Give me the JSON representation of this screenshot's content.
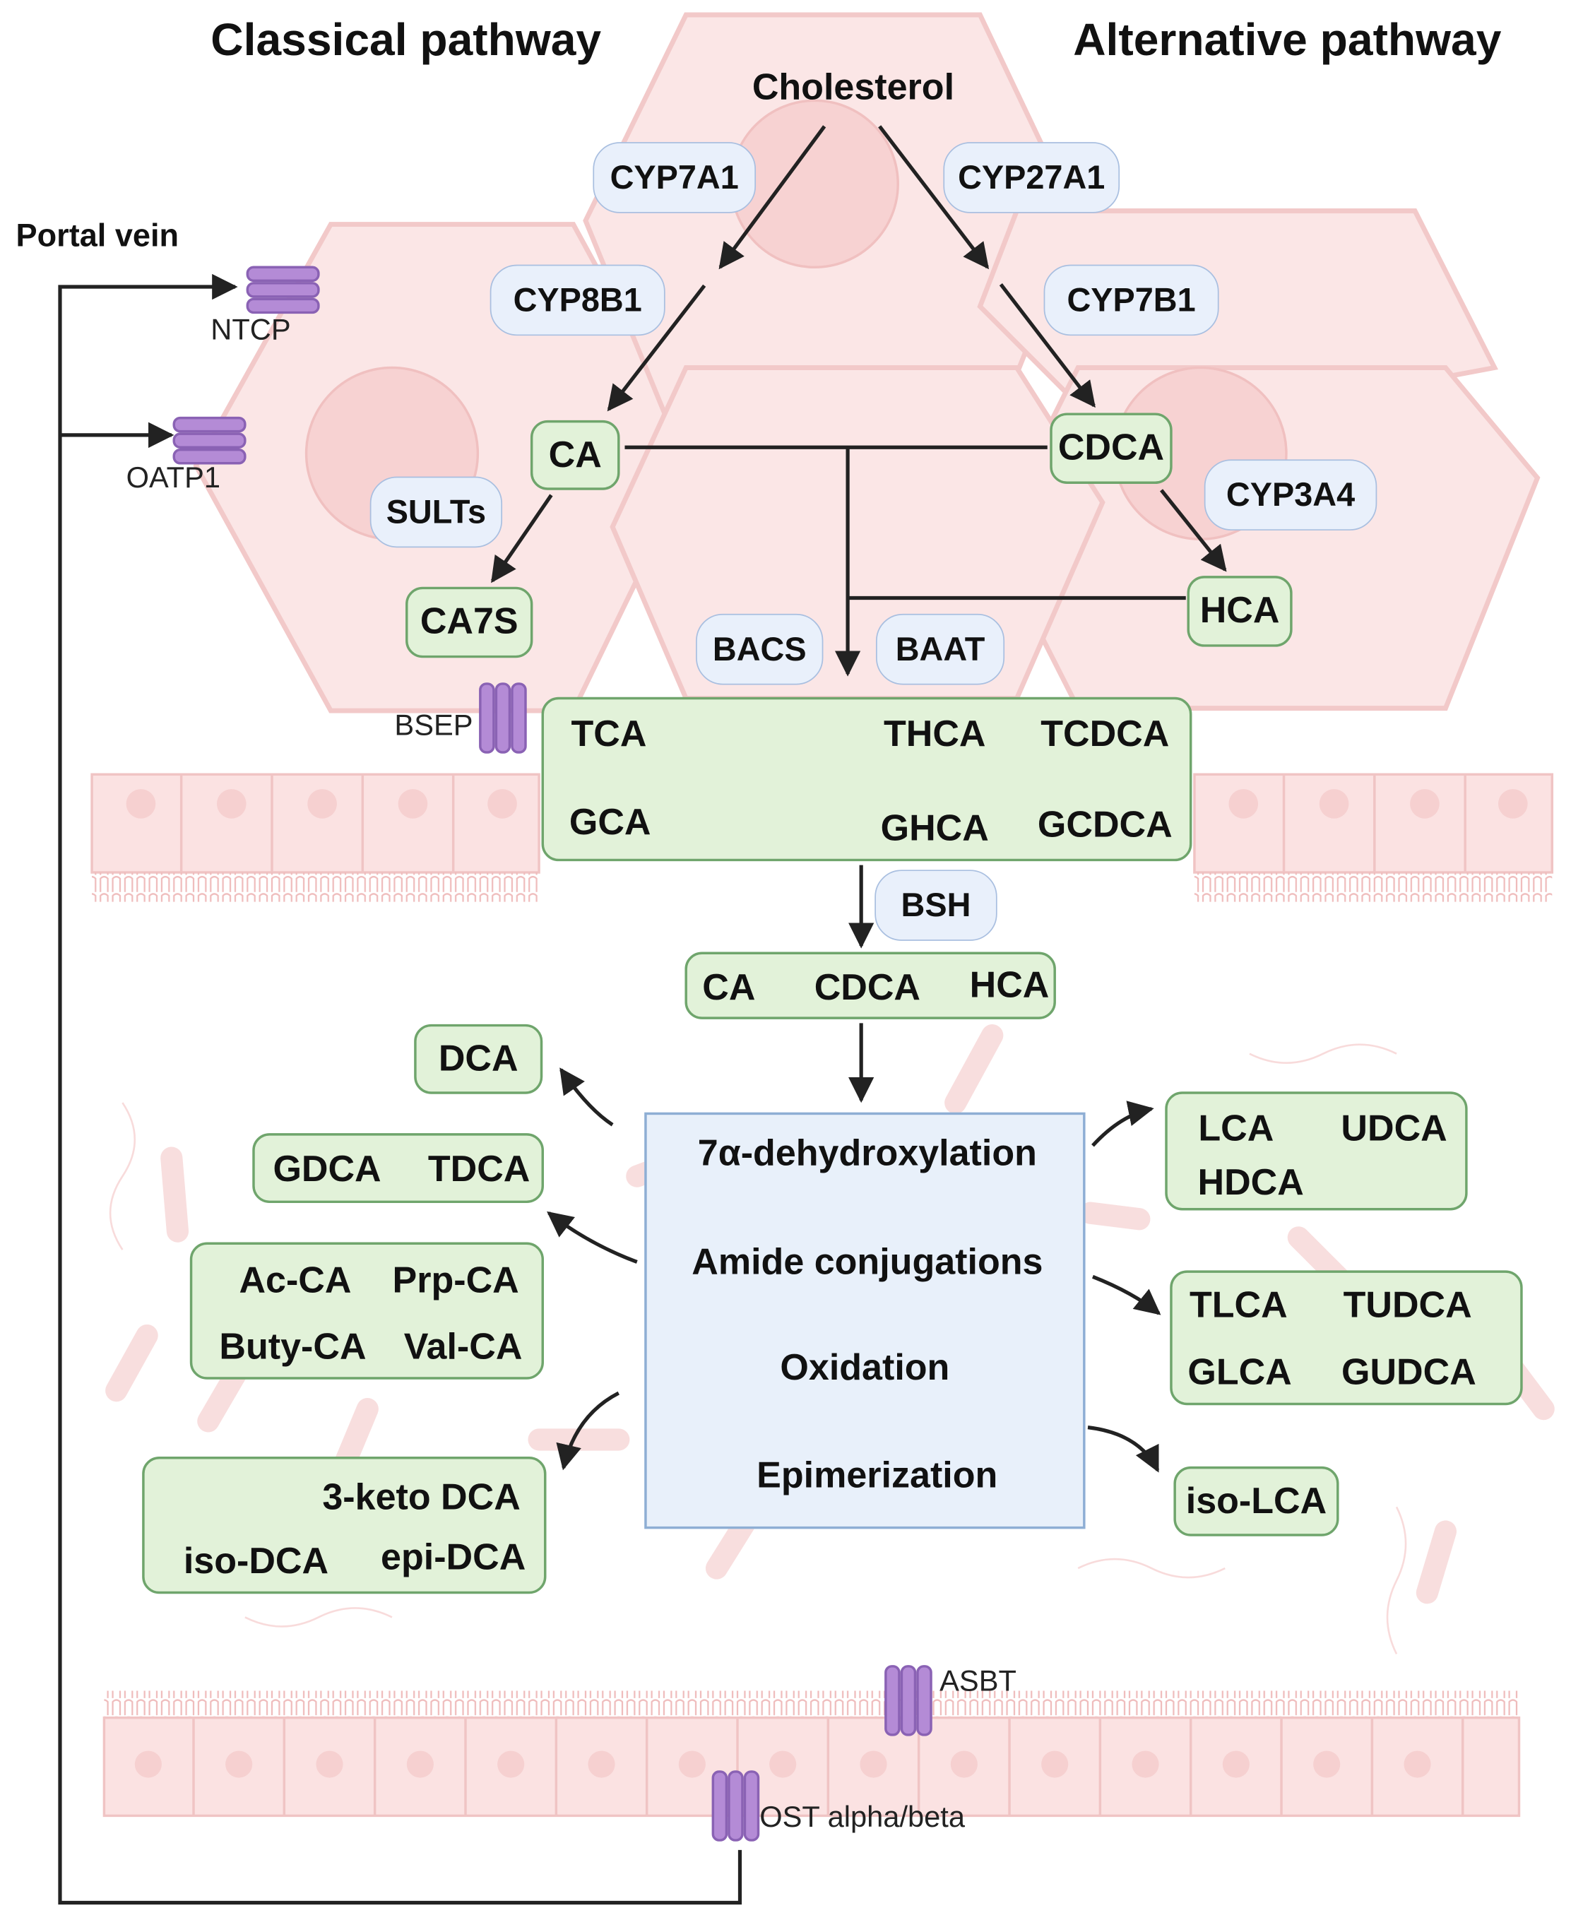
{
  "titles": {
    "classical": "Classical pathway",
    "alternative": "Alternative pathway",
    "portal_vein": "Portal vein"
  },
  "substrate": "Cholesterol",
  "enzymes": {
    "cyp7a1": "CYP7A1",
    "cyp27a1": "CYP27A1",
    "cyp8b1": "CYP8B1",
    "cyp7b1": "CYP7B1",
    "sults": "SULTs",
    "cyp3a4": "CYP3A4",
    "bacs": "BACS",
    "baat": "BAAT",
    "bsh": "BSH"
  },
  "transporters": {
    "ntcp": "NTCP",
    "oatp1": "OATP1",
    "bsep": "BSEP",
    "asbt": "ASBT",
    "ost": "OST alpha/beta"
  },
  "liver_acids": {
    "ca": "CA",
    "cdca": "CDCA",
    "ca7s": "CA7S",
    "hca": "HCA"
  },
  "conjugated": [
    "TCA",
    "THCA",
    "TCDCA",
    "GCA",
    "GHCA",
    "GCDCA"
  ],
  "deconjugated": [
    "CA",
    "CDCA",
    "HCA"
  ],
  "processes": [
    "7α-dehydroxylation",
    "Amide conjugations",
    "Oxidation",
    "Epimerization"
  ],
  "microbial_products": {
    "dca": [
      "DCA"
    ],
    "gdca_tdca": [
      "GDCA",
      "TDCA"
    ],
    "acyl": [
      "Ac-CA",
      "Prp-CA",
      "Buty-CA",
      "Val-CA"
    ],
    "keto_iso_epi": [
      "3-keto DCA",
      "iso-DCA",
      "epi-DCA"
    ],
    "lca_udca_hdca": [
      "LCA",
      "UDCA",
      "HDCA"
    ],
    "tlca_group": [
      "TLCA",
      "TUDCA",
      "GLCA",
      "GUDCA"
    ],
    "iso_lca": [
      "iso-LCA"
    ]
  },
  "colors": {
    "hepatocyte_fill": "#fbe6e6",
    "hepatocyte_edge": "#f2c9c9",
    "product_box": "#e2f2d9",
    "product_border": "#6fa56c",
    "enzyme_box": "#e9f0fb",
    "process_box": "#e8f0fa",
    "transporter": "#b48bd6",
    "arrow": "#222222"
  }
}
